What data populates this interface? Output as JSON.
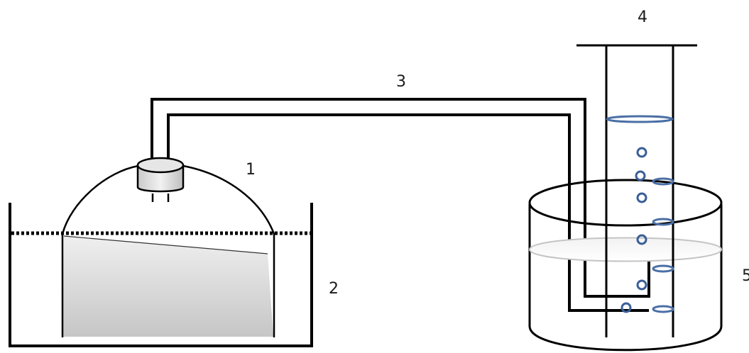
{
  "labels": {
    "bell_jar": "1",
    "trough": "2",
    "tube": "3",
    "cylinder": "4",
    "beaker": "5"
  },
  "colors": {
    "line": "#000000",
    "water_fill": "#d4d4d4",
    "cylinder_marks": "#4a6fa5",
    "bubbles": "#3a5f98",
    "beaker_water_line": "#c8c8c8",
    "stopper_fill": "#e0e0e0"
  }
}
